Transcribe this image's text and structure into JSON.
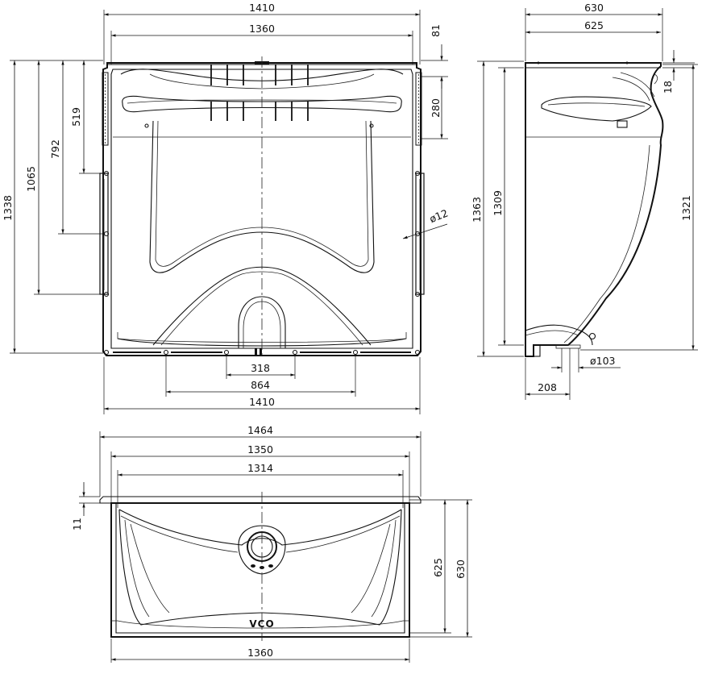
{
  "front_view": {
    "top_width_outer": "1410",
    "top_width_inner": "1360",
    "bottom_width": "1410",
    "mount_spacing_inner": "318",
    "mount_spacing_outer": "864",
    "rim_height": "81",
    "panel_height": "280",
    "height_519": "519",
    "height_792": "792",
    "height_1065": "1065",
    "height_total": "1338",
    "hole_diameter": "ø12"
  },
  "side_view": {
    "depth_outer": "630",
    "depth_inner": "625",
    "rim_thickness": "18",
    "height_total": "1363",
    "height_1309": "1309",
    "height_1321": "1321",
    "drain_diameter": "ø103",
    "drain_offset": "208"
  },
  "top_view": {
    "width_outer": "1464",
    "width_1350": "1350",
    "width_1314": "1314",
    "width_bottom": "1360",
    "rim_thickness": "11",
    "depth_inner": "625",
    "depth_outer": "630",
    "brand": "VCO"
  }
}
